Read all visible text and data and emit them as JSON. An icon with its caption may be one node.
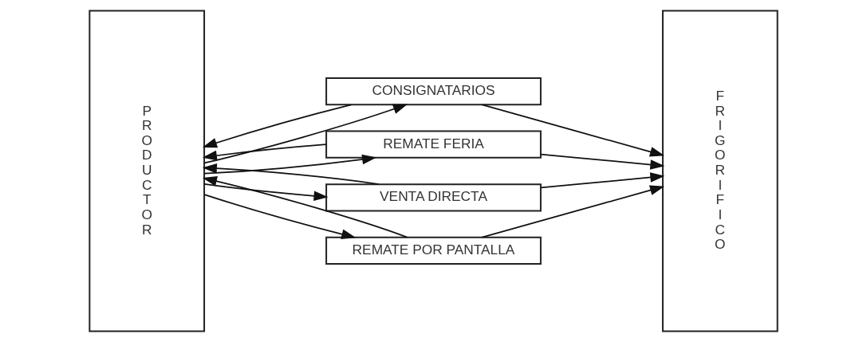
{
  "diagram": {
    "nodes": [
      {
        "text": [
          "PRODUCTOR"
        ]
      },
      {
        "text": [
          "CONSIGNATARIOS"
        ]
      },
      {
        "text": [
          "REMATE FERIA"
        ]
      },
      {
        "text": [
          "VENTA DIRECTA"
        ]
      },
      {
        "text": [
          "REMATE POR PANTALLA"
        ]
      },
      {
        "text": [
          "FRIGORIFICO"
        ]
      }
    ],
    "edges": [
      {
        "from": 1,
        "to": 0,
        "arrow": "to"
      },
      {
        "from": 0,
        "to": 1,
        "arrow": "to"
      },
      {
        "from": 2,
        "to": 0,
        "arrow": "to"
      },
      {
        "from": 0,
        "to": 2,
        "arrow": "to"
      },
      {
        "from": 3,
        "to": 0,
        "arrow": "to"
      },
      {
        "from": 0,
        "to": 3,
        "arrow": "to"
      },
      {
        "from": 4,
        "to": 0,
        "arrow": "to"
      },
      {
        "from": 0,
        "to": 4,
        "arrow": "to"
      },
      {
        "from": 1,
        "to": 5,
        "arrow": "to"
      },
      {
        "from": 2,
        "to": 5,
        "arrow": "to"
      },
      {
        "from": 3,
        "to": 5,
        "arrow": "to"
      },
      {
        "from": 4,
        "to": 5,
        "arrow": "to"
      }
    ]
  }
}
